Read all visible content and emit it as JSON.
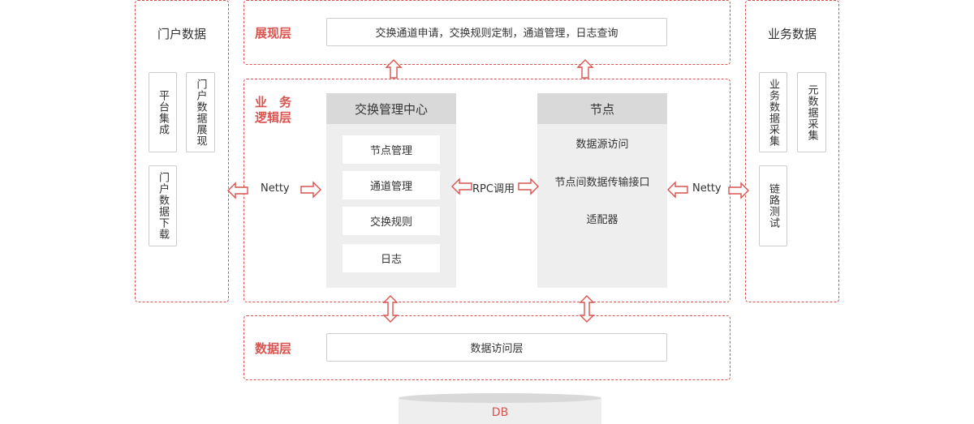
{
  "left_panel": {
    "title": "门户数据",
    "items": [
      "平台集成",
      "门户数据展现",
      "门户数据下载"
    ]
  },
  "right_panel": {
    "title": "业务数据",
    "items": [
      "业务数据采集",
      "元数据采集",
      "链路测试"
    ]
  },
  "presentation_layer": {
    "label": "展现层",
    "content": "交换通道申请，交换规则定制，通道管理，日志查询"
  },
  "business_layer": {
    "label_line1": "业　务",
    "label_line2": "逻辑层",
    "exchange_center": {
      "title": "交换管理中心",
      "items": [
        "节点管理",
        "通道管理",
        "交换规则",
        "日志"
      ]
    },
    "node": {
      "title": "节点",
      "items": [
        "数据源访问",
        "节点间数据传输接口",
        "适配器"
      ]
    },
    "connectors": {
      "left": "Netty",
      "middle": "RPC调用",
      "right": "Netty"
    }
  },
  "data_layer": {
    "label": "数据层",
    "content": "数据访问层"
  },
  "database": {
    "label": "DB"
  },
  "colors": {
    "accent": "#d9534f",
    "panel": "#eeeeee",
    "panel_header": "#d9d9d9"
  }
}
